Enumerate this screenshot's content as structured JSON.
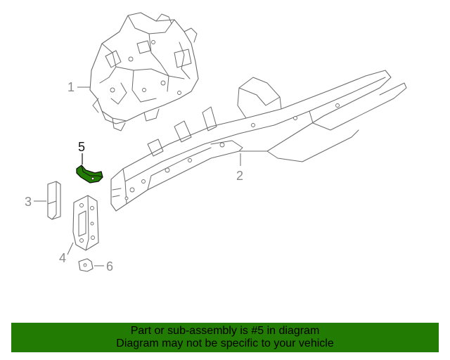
{
  "diagram": {
    "callouts": [
      "1",
      "2",
      "3",
      "4",
      "5",
      "6"
    ],
    "highlighted_part": "5",
    "highlight_color": "#227b02"
  },
  "banner": {
    "line1": "Part or sub-assembly is #5 in diagram",
    "line2": "Diagram may not be specific to your vehicle",
    "background": "#227b02"
  }
}
